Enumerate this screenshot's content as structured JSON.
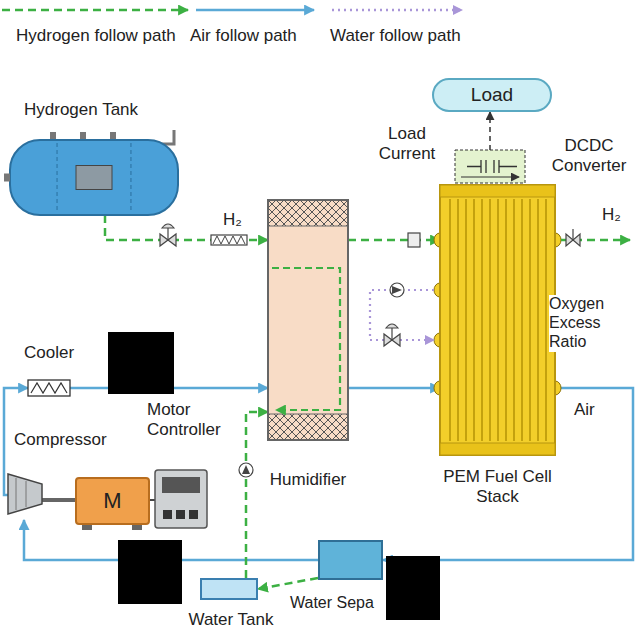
{
  "diagram": {
    "nodes": [
      {
        "text": [
          "Hydrogen Tank"
        ]
      },
      {
        "text": [
          "Load"
        ]
      },
      {
        "text": [
          "DCDC Converter"
        ]
      },
      {
        "text": [
          "Humidifier"
        ]
      },
      {
        "text": [
          "PEM Fuel Cell Stack"
        ]
      },
      {
        "text": [
          "Cooler"
        ]
      },
      {
        "text": [
          "Compressor"
        ]
      },
      {
        "text": [
          "M"
        ]
      },
      {
        "text": [
          "Motor Controller"
        ]
      },
      {
        "text": [
          "Water Tank"
        ]
      },
      {
        "text": [
          "Water Sepa"
        ]
      }
    ],
    "edges": [
      {
        "from": 0,
        "to": 3,
        "arrow": "to",
        "label": "H₂"
      },
      {
        "from": 3,
        "to": 4,
        "arrow": "to"
      },
      {
        "from": 3,
        "to": 4,
        "arrow": "to"
      },
      {
        "from": 4,
        "to": 10,
        "arrow": "to"
      },
      {
        "from": 10,
        "to": 6,
        "arrow": "to"
      },
      {
        "from": 6,
        "to": 5,
        "arrow": "to"
      },
      {
        "from": 5,
        "to": 3,
        "arrow": "to"
      },
      {
        "from": 10,
        "to": 9,
        "arrow": "to"
      },
      {
        "from": 9,
        "to": 3,
        "arrow": "to"
      },
      {
        "from": 2,
        "to": 1,
        "arrow": "to"
      },
      {
        "from": 8,
        "to": 7,
        "arrow": "none"
      },
      {
        "from": 7,
        "to": 6,
        "arrow": "none"
      }
    ],
    "labels": [
      "H₂",
      "Load Current",
      "Oxygen Excess Ratio",
      "Air"
    ],
    "legend": [
      {
        "text": "Hydrogen follow path"
      },
      {
        "text": "Air follow path"
      },
      {
        "text": "Water follow path"
      }
    ]
  }
}
